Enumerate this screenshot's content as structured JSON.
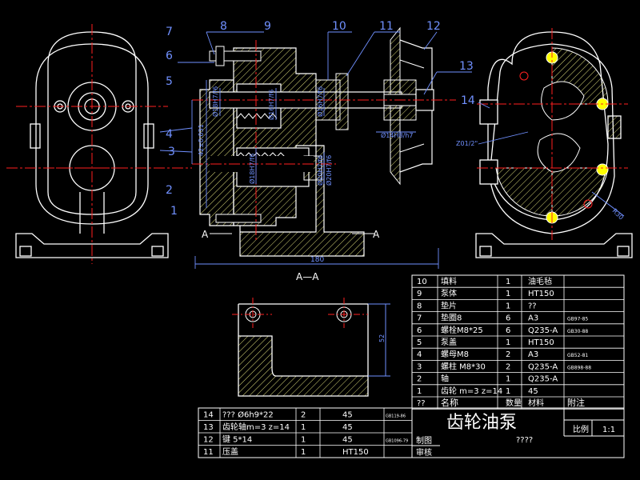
{
  "colors": {
    "background": "#000000",
    "outline": "#ffffff",
    "centerline": "#ff2020",
    "dimension": "#7090ff",
    "hatch": "#d8d878",
    "highlight": "#ffff00",
    "accent_blue": "#3030ff"
  },
  "part_numbers": {
    "left_column": [
      "7",
      "6",
      "5",
      "4",
      "3",
      "2",
      "1"
    ],
    "top_row": [
      "8",
      "9",
      "10",
      "11",
      "12"
    ],
    "right_labels": [
      "13",
      "14"
    ]
  },
  "section_labels": {
    "cut_left": "A",
    "cut_right": "A",
    "section_title": "A—A"
  },
  "dimensions": {
    "overall_length": "180",
    "height_42": "42±0.031",
    "fit_1": "Ø18H7/f6",
    "fit_2": "Ø16H7/f6",
    "fit_3": "Ø16H7/f6",
    "fit_4": "Ø14H8/h7",
    "fit_5": "Ø18H7/f6",
    "fit_6": "Ø20H7/f6",
    "fit_7": "Ø20H7/f6",
    "bottom_height": "52",
    "angle": "Z01/2\"",
    "radius": "R30"
  },
  "bom": {
    "rows": [
      {
        "no": "10",
        "name": "填料",
        "qty": "1",
        "material": "油毛毡",
        "note": ""
      },
      {
        "no": "9",
        "name": "泵体",
        "qty": "1",
        "material": "HT150",
        "note": ""
      },
      {
        "no": "8",
        "name": "垫片",
        "qty": "1",
        "material": "??",
        "note": ""
      },
      {
        "no": "7",
        "name": "垫圈8",
        "qty": "6",
        "material": "A3",
        "note": "GB97-85"
      },
      {
        "no": "6",
        "name": "螺栓M8*25",
        "qty": "6",
        "material": "Q235-A",
        "note": "GB30-88"
      },
      {
        "no": "5",
        "name": "泵盖",
        "qty": "1",
        "material": "HT150",
        "note": ""
      },
      {
        "no": "4",
        "name": "螺母M8",
        "qty": "2",
        "material": "A3",
        "note": "GB52-81"
      },
      {
        "no": "3",
        "name": "螺柱 M8*30",
        "qty": "2",
        "material": "Q235-A",
        "note": "GB898-88"
      },
      {
        "no": "2",
        "name": "轴",
        "qty": "1",
        "material": "Q235-A",
        "note": ""
      },
      {
        "no": "1",
        "name": "齿轮 m=3 z=14",
        "qty": "1",
        "material": "45",
        "note": ""
      }
    ],
    "header": {
      "no": "??",
      "name": "名称",
      "qty": "数量",
      "material": "材料",
      "note": "附注"
    }
  },
  "lower_table": {
    "rows": [
      {
        "no": "14",
        "name": "??? Ø6h9*22",
        "qty": "2",
        "material": "45",
        "note": "GB119-86"
      },
      {
        "no": "13",
        "name": "齿轮轴m=3 z=14",
        "qty": "1",
        "material": "45",
        "note": ""
      },
      {
        "no": "12",
        "name": "键 5*14",
        "qty": "1",
        "material": "45",
        "note": "GB1096-79"
      },
      {
        "no": "11",
        "name": "压盖",
        "qty": "1",
        "material": "HT150",
        "note": ""
      }
    ]
  },
  "title_block": {
    "title": "齿轮油泵",
    "drawn_label": "制图",
    "check_label": "审核",
    "scale_label": "比例",
    "scale_value": "1:1",
    "subtitle": "????"
  }
}
